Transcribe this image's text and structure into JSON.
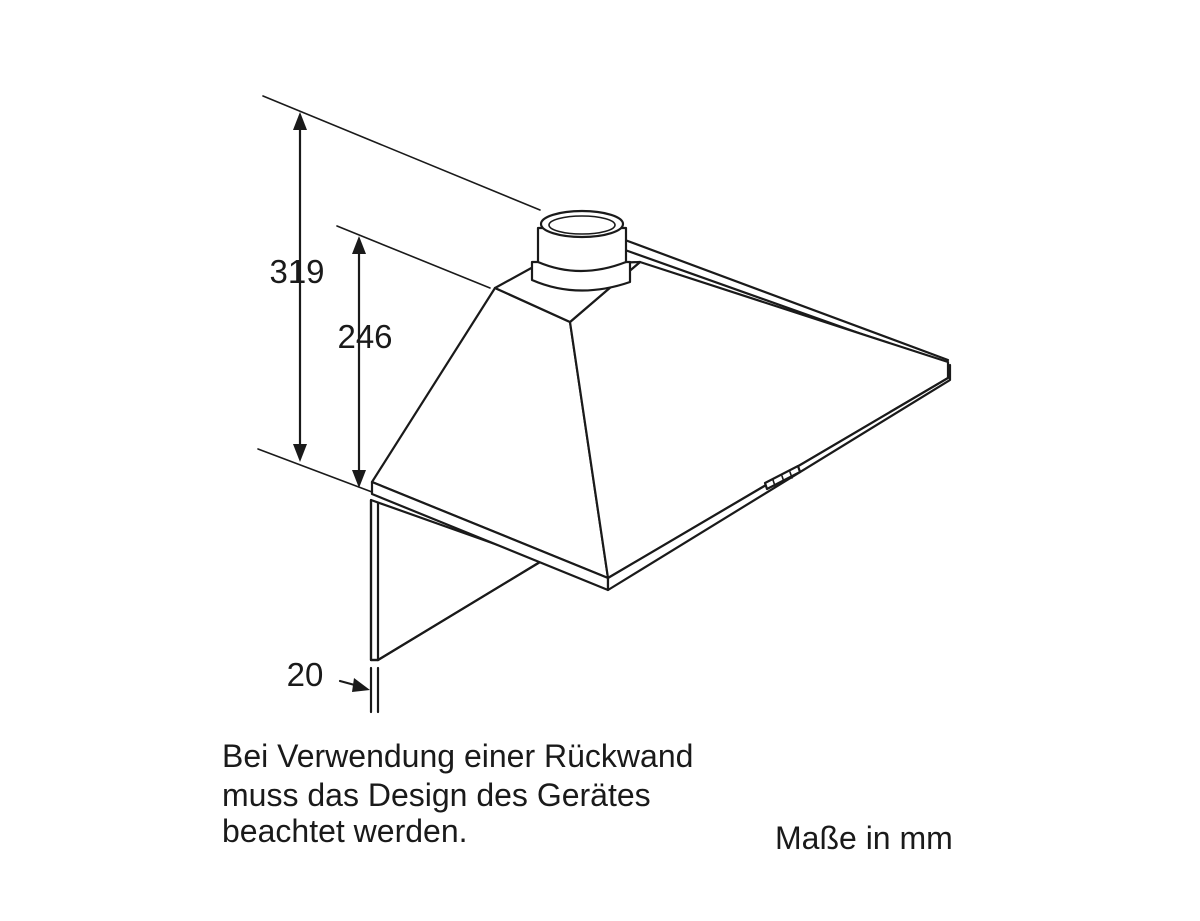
{
  "dimensions": {
    "total_height": "319",
    "hood_height": "246",
    "backwall_thickness": "20"
  },
  "note": {
    "line1": "Bei Verwendung einer Rückwand",
    "line2": "muss das Design des Gerätes",
    "line3": "beachtet werden."
  },
  "units": "Maße in mm"
}
